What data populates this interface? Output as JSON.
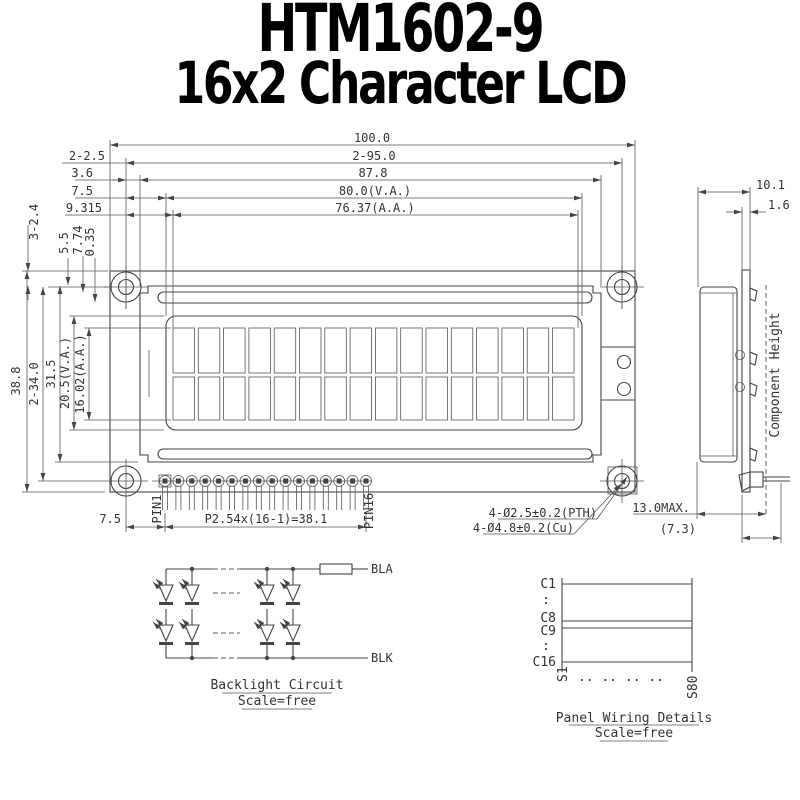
{
  "title": {
    "line1": "HTM1602-9",
    "line2": "16x2 Character LCD"
  },
  "front_view": {
    "dim_overall_width": "100.0",
    "dim_hole_spacing_h": "2-95.0",
    "dim_bezel_width": "87.8",
    "dim_va_width": "80.0(V.A.)",
    "dim_aa_width": "76.37(A.A.)",
    "dim_hole_note": "2-2.5",
    "dim_3_6": "3.6",
    "dim_7_5_top": "7.5",
    "dim_9_315": "9.315",
    "dim_tab": "3-2.4",
    "dim_5_5": "5.5",
    "dim_7_74": "7.74",
    "dim_0_35": "0.35",
    "dim_overall_height": "38.8",
    "dim_hole_spacing_v": "2-34.0",
    "dim_bezel_height": "31.5",
    "dim_va_height": "20.5(V.A.)",
    "dim_aa_height": "16.02(A.A.)",
    "dim_pin_offset": "7.5",
    "dim_pin_pitch": "P2.54x(16-1)=38.1",
    "label_pin1": "PIN1",
    "label_pin16": "PIN16",
    "callout_hole_pth": "4-Ø2.5±0.2(PTH)",
    "callout_hole_cu": "4-Ø4.8±0.2(Cu)",
    "lcd_columns": 16,
    "lcd_rows": 2,
    "pin_count": 16
  },
  "side_view": {
    "dim_depth": "10.1",
    "dim_pcb_thickness": "1.6",
    "dim_height_max": "13.0MAX.",
    "dim_pin_length": "(7.3)",
    "label_component_height": "Component Height"
  },
  "backlight": {
    "label_anode": "BLA",
    "label_cathode": "BLK",
    "caption": "Backlight Circuit",
    "scale_note": "Scale=free",
    "led_columns": 4,
    "leds_per_column": 2
  },
  "panel_wiring": {
    "label_c1": "C1",
    "label_c8": "C8",
    "label_c9": "C9",
    "label_c16": "C16",
    "dots_top": ":",
    "dots_bottom": ":",
    "label_s1": "S1",
    "label_s80": "S80",
    "dashes": ".. .. .. ..",
    "caption": "Panel Wiring Details",
    "scale_note": "Scale=free"
  }
}
